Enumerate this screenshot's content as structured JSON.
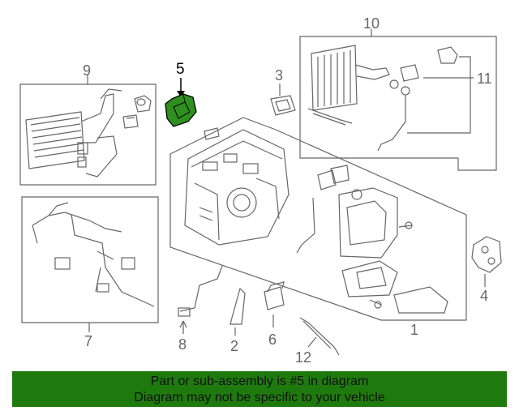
{
  "labels": {
    "l1": "1",
    "l2": "2",
    "l3": "3",
    "l4": "4",
    "l5": "5",
    "l6": "6",
    "l7": "7",
    "l8": "8",
    "l9": "9",
    "l10": "10",
    "l11": "11",
    "l12": "12"
  },
  "banner": {
    "line1": "Part or sub-assembly is #5 in diagram",
    "line2": "Diagram may not be specific to your vehicle"
  },
  "colors": {
    "highlight_part": "#2f8f1f",
    "banner_bg": "#1f7a0e",
    "line": "#666666"
  }
}
